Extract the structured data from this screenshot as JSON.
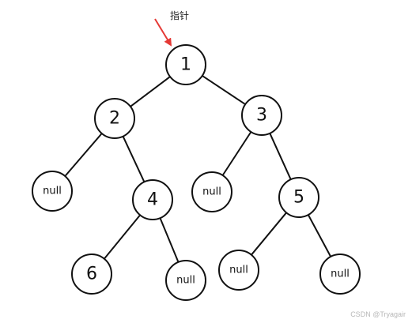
{
  "pointer": {
    "label": "指针",
    "arrow_color": "#e53935",
    "target": "n1"
  },
  "tree": {
    "nodes": [
      {
        "id": "n1",
        "label": "1"
      },
      {
        "id": "n2",
        "label": "2"
      },
      {
        "id": "n3",
        "label": "3"
      },
      {
        "id": "n2L",
        "label": "null"
      },
      {
        "id": "n4",
        "label": "4"
      },
      {
        "id": "n3L",
        "label": "null"
      },
      {
        "id": "n5",
        "label": "5"
      },
      {
        "id": "n6",
        "label": "6"
      },
      {
        "id": "n4R",
        "label": "null"
      },
      {
        "id": "n5L",
        "label": "null"
      },
      {
        "id": "n5R",
        "label": "null"
      }
    ],
    "edges": [
      {
        "from": "n1",
        "to": "n2"
      },
      {
        "from": "n1",
        "to": "n3"
      },
      {
        "from": "n2",
        "to": "n2L"
      },
      {
        "from": "n2",
        "to": "n4"
      },
      {
        "from": "n4",
        "to": "n6"
      },
      {
        "from": "n4",
        "to": "n4R"
      },
      {
        "from": "n3",
        "to": "n3L"
      },
      {
        "from": "n3",
        "to": "n5"
      },
      {
        "from": "n5",
        "to": "n5L"
      },
      {
        "from": "n5",
        "to": "n5R"
      }
    ]
  },
  "watermark": "CSDN @Tryagair"
}
